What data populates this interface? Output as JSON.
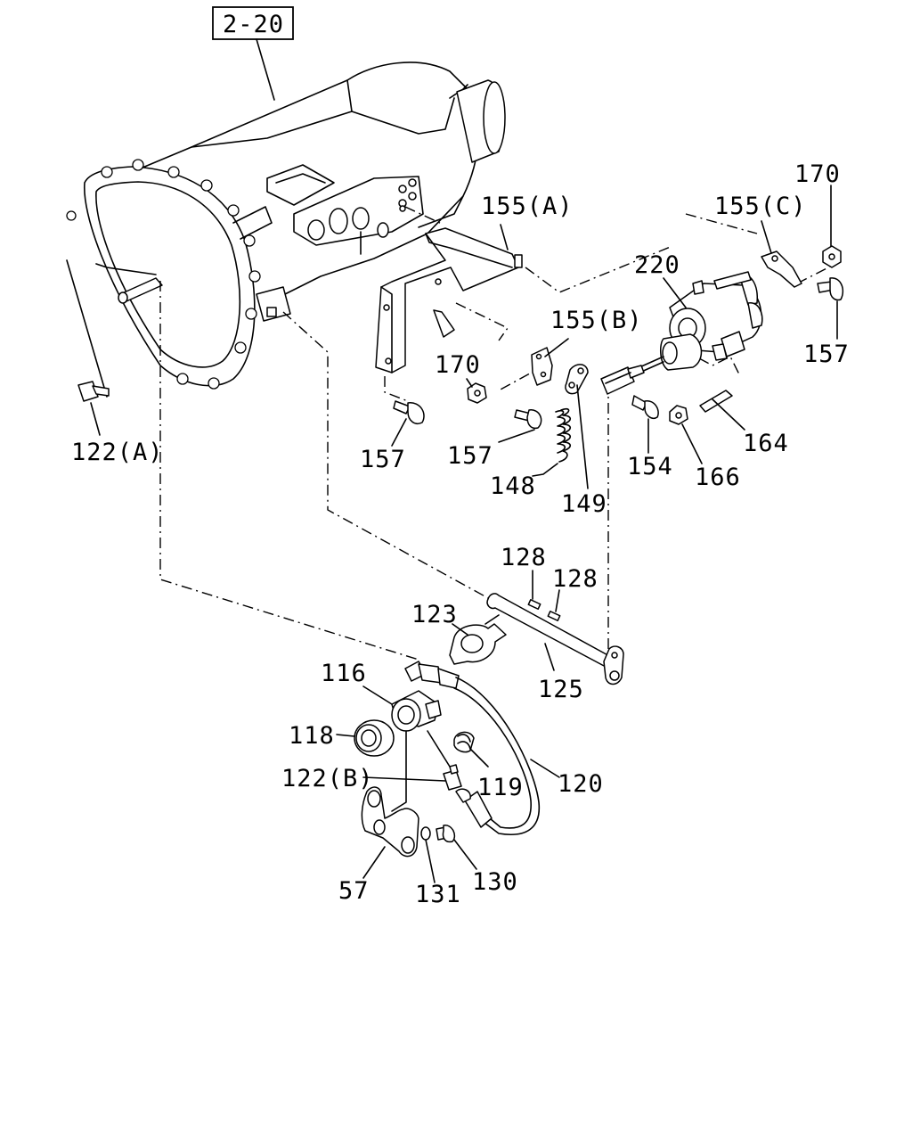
{
  "reference_box": {
    "label": "2-20"
  },
  "callouts": [
    {
      "id": "p155a",
      "text": "155(A)"
    },
    {
      "id": "p155c",
      "text": "155(C)"
    },
    {
      "id": "p170a",
      "text": "170"
    },
    {
      "id": "p220",
      "text": "220"
    },
    {
      "id": "p157a",
      "text": "157"
    },
    {
      "id": "p155b",
      "text": "155(B)"
    },
    {
      "id": "p170b",
      "text": "170"
    },
    {
      "id": "p122a",
      "text": "122(A)"
    },
    {
      "id": "p157b",
      "text": "157"
    },
    {
      "id": "p157c",
      "text": "157"
    },
    {
      "id": "p164",
      "text": "164"
    },
    {
      "id": "p154",
      "text": "154"
    },
    {
      "id": "p166",
      "text": "166"
    },
    {
      "id": "p148",
      "text": "148"
    },
    {
      "id": "p149",
      "text": "149"
    },
    {
      "id": "p128a",
      "text": "128"
    },
    {
      "id": "p128b",
      "text": "128"
    },
    {
      "id": "p123",
      "text": "123"
    },
    {
      "id": "p125",
      "text": "125"
    },
    {
      "id": "p116",
      "text": "116"
    },
    {
      "id": "p118",
      "text": "118"
    },
    {
      "id": "p120",
      "text": "120"
    },
    {
      "id": "p122b",
      "text": "122(B)"
    },
    {
      "id": "p119",
      "text": "119"
    },
    {
      "id": "p130",
      "text": "130"
    },
    {
      "id": "p57",
      "text": "57"
    },
    {
      "id": "p131",
      "text": "131"
    }
  ]
}
